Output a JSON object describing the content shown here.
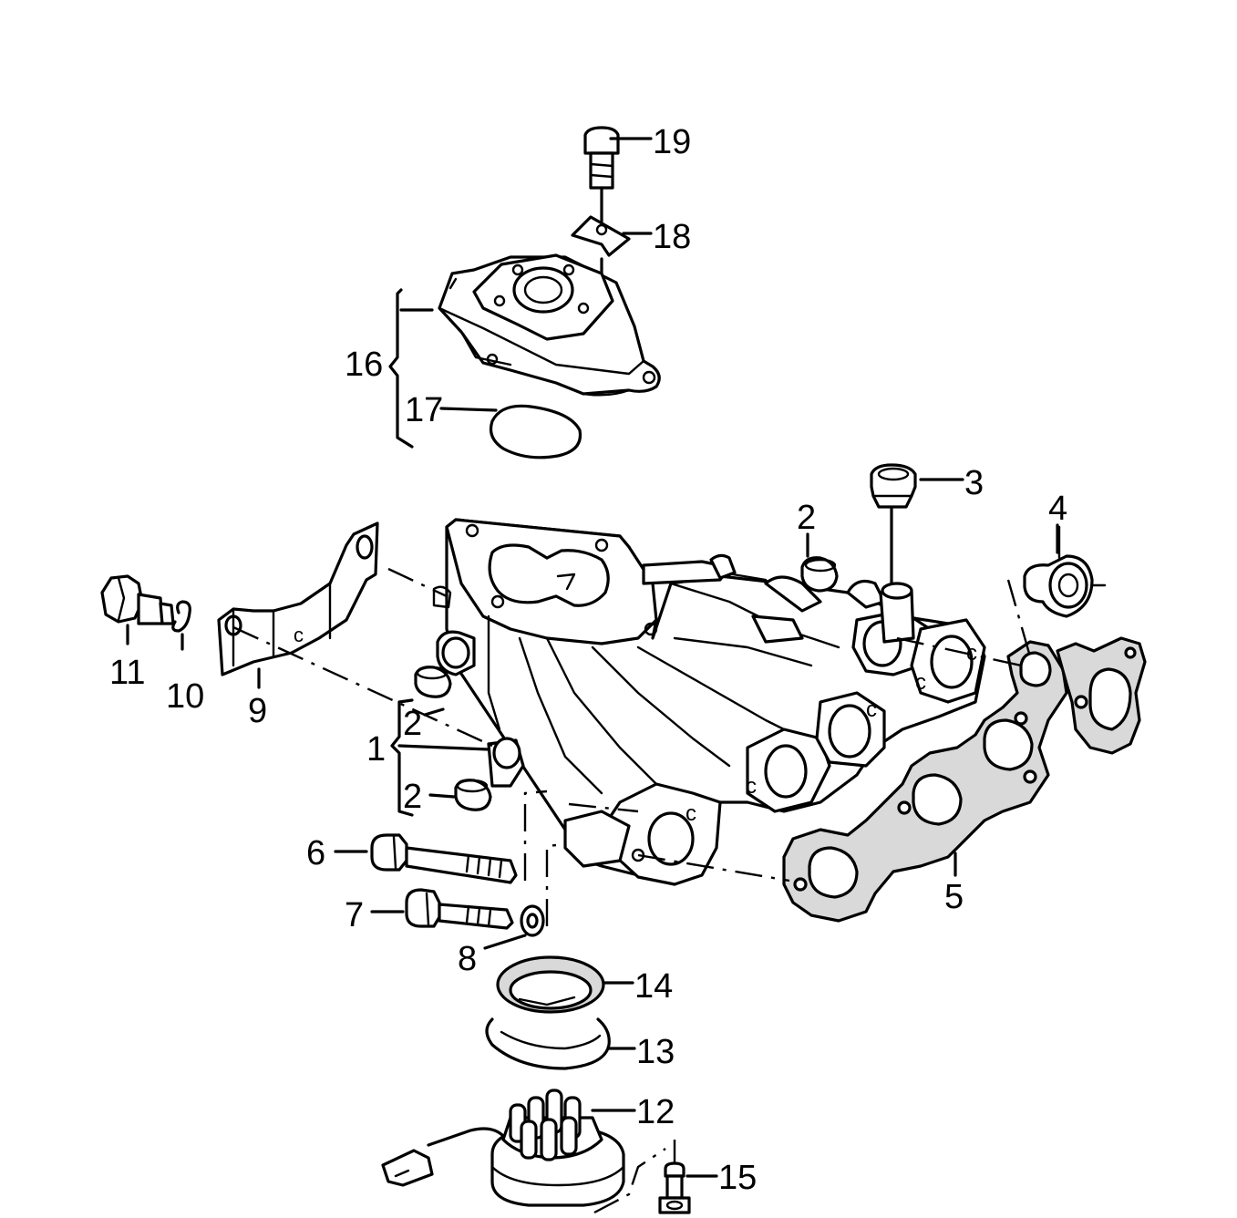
{
  "diagram": {
    "callouts": [
      {
        "id": "1",
        "label": "1"
      },
      {
        "id": "2a",
        "label": "2"
      },
      {
        "id": "2b",
        "label": "2"
      },
      {
        "id": "2c",
        "label": "2"
      },
      {
        "id": "3",
        "label": "3"
      },
      {
        "id": "4",
        "label": "4"
      },
      {
        "id": "5",
        "label": "5"
      },
      {
        "id": "6",
        "label": "6"
      },
      {
        "id": "7",
        "label": "7"
      },
      {
        "id": "8",
        "label": "8"
      },
      {
        "id": "9",
        "label": "9"
      },
      {
        "id": "10",
        "label": "10"
      },
      {
        "id": "11",
        "label": "11"
      },
      {
        "id": "12",
        "label": "12"
      },
      {
        "id": "13",
        "label": "13"
      },
      {
        "id": "14",
        "label": "14"
      },
      {
        "id": "15",
        "label": "15"
      },
      {
        "id": "16",
        "label": "16"
      },
      {
        "id": "17",
        "label": "17"
      },
      {
        "id": "18",
        "label": "18"
      },
      {
        "id": "19",
        "label": "19"
      }
    ]
  }
}
